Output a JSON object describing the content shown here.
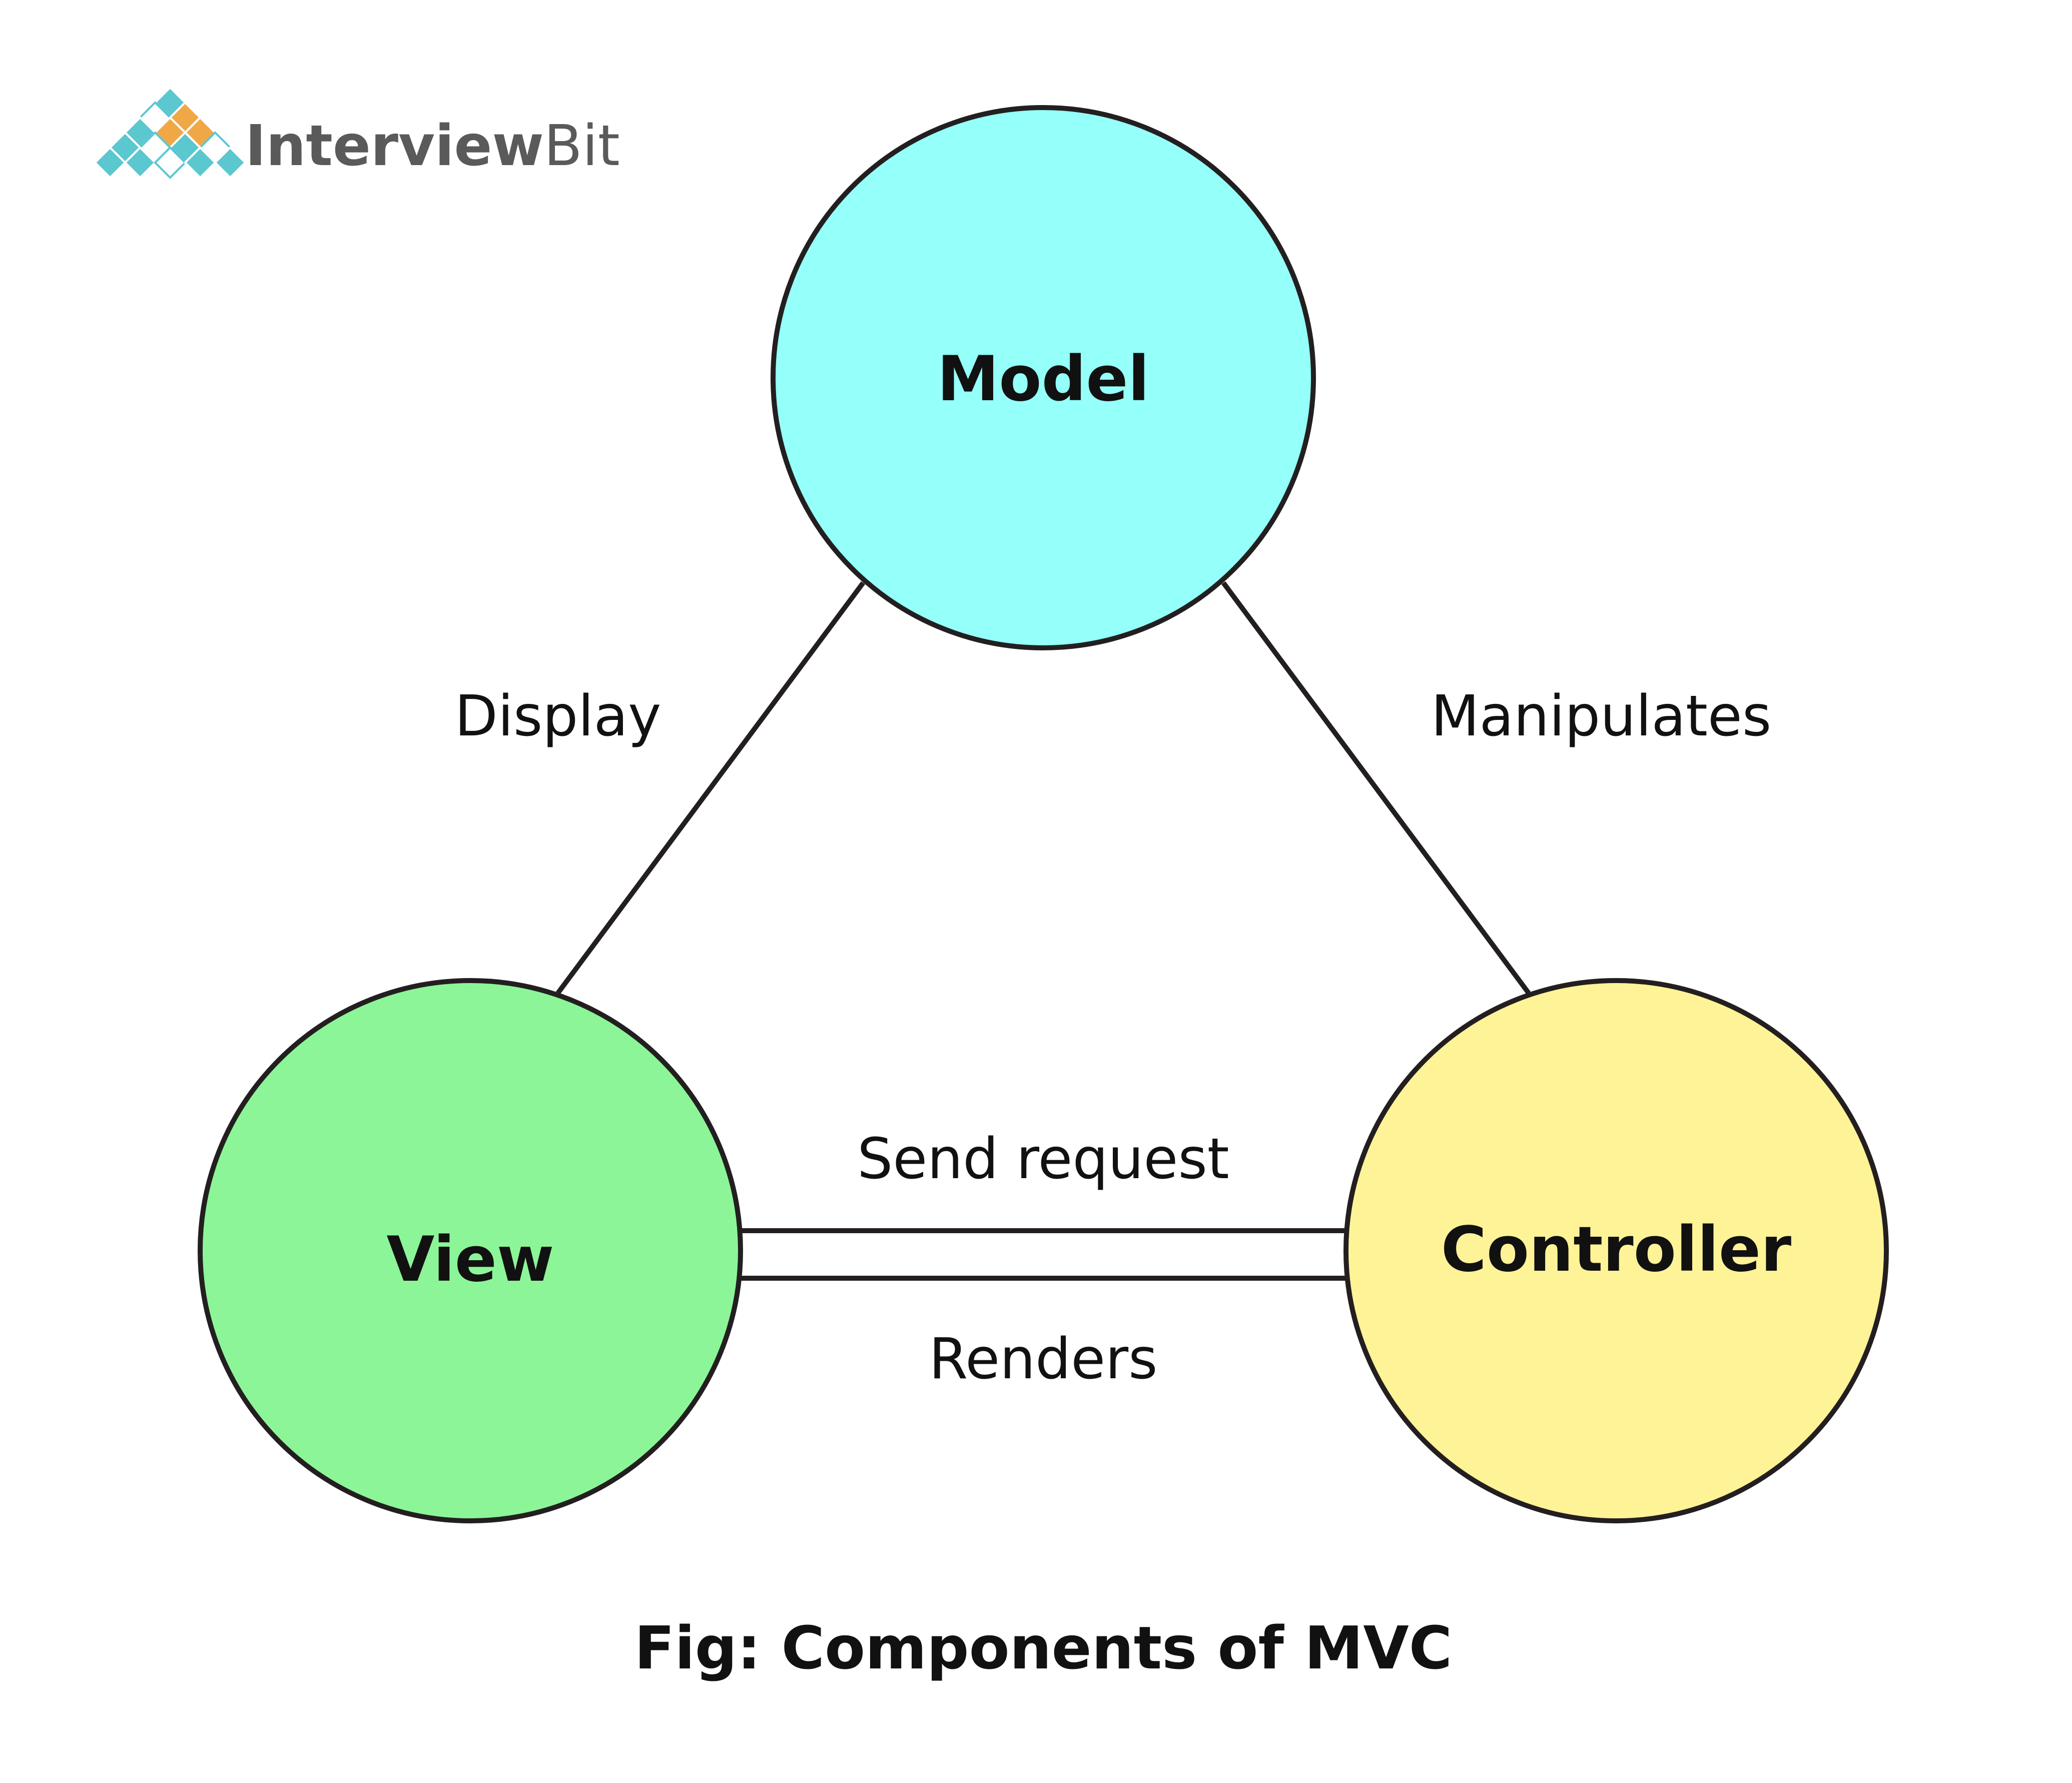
{
  "brand": {
    "name_bold": "Interview",
    "name_light": "Bit",
    "logo_icon": "interviewbit-diamond-logo-icon",
    "logo_colors": [
      "#5bc7cf",
      "#f0a847",
      "#ffffff"
    ]
  },
  "nodes": {
    "model": {
      "label": "Model",
      "color": "#95fff9"
    },
    "view": {
      "label": "View",
      "color": "#8cf598"
    },
    "controller": {
      "label": "Controller",
      "color": "#fff397"
    }
  },
  "edges": {
    "view_to_model": {
      "label": "Display"
    },
    "controller_to_model": {
      "label": "Manipulates"
    },
    "view_to_controller": {
      "label": "Send request"
    },
    "controller_to_view": {
      "label": "Renders"
    }
  },
  "caption": "Fig: Components of MVC",
  "stroke_color": "#231f20"
}
